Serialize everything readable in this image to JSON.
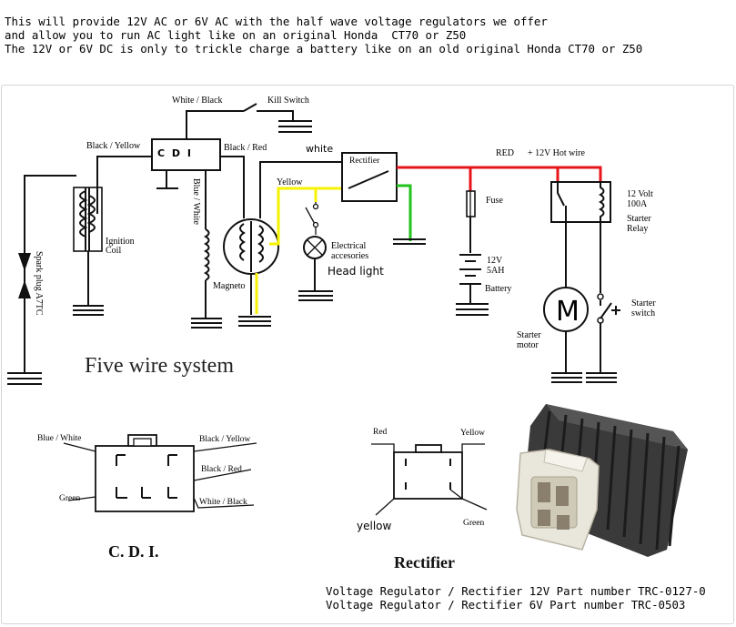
{
  "intro": {
    "line1": "This will provide 12V AC or 6V AC with the half wave voltage regulators we offer",
    "line2": "and allow you to run AC light like on an original Honda  CT70 or Z50",
    "line3": "The 12V or 6V DC is only to trickle charge a battery like on an old original Honda CT70 or Z50"
  },
  "diagram": {
    "title": "Five wire system",
    "labels": {
      "white_black": "White / Black",
      "kill_switch": "Kill Switch",
      "black_yellow": "Black / Yellow",
      "cdi": "C D I",
      "black_red": "Black / Red",
      "white": "white",
      "rectifier": "Rectifier",
      "red": "RED",
      "hot_wire": "+ 12V  Hot wire",
      "yellow": "Yellow",
      "blue_white": "Blue / White",
      "ignition_coil_1": "Ignition",
      "ignition_coil_2": "Coil",
      "magneto": "Magneto",
      "electrical_1": "Electrical",
      "electrical_2": "accesories",
      "head_light": "Head light",
      "fuse": "Fuse",
      "battery_v": "12V",
      "battery_ah": "5AH",
      "battery": "Battery",
      "relay_1": "12 Volt",
      "relay_2": "100A",
      "relay_3": "Starter",
      "relay_4": "Relay",
      "starter_motor_1": "Starter",
      "starter_motor_2": "motor",
      "starter_switch_1": "Starter",
      "starter_switch_2": "switch",
      "spark_plug": "Spark plug  A7TC",
      "motor_letter": "M"
    }
  },
  "cdi_pinout": {
    "title": "C. D. I.",
    "pins": [
      "Blue /  White",
      "Black / Yellow",
      "Black / Red",
      "Green",
      "White / Black"
    ]
  },
  "rectifier_pinout": {
    "title": "Rectifier",
    "pins": [
      "Red",
      "Yellow",
      "yellow",
      "Green"
    ]
  },
  "part_numbers": {
    "line1": "Voltage Regulator / Rectifier 12V Part number TRC-0127-0",
    "line2": "Voltage Regulator / Rectifier 6V Part number TRC-0503"
  },
  "colors": {
    "hot_wire": "#e8141b",
    "yellow_wire": "#f6f200",
    "green_wire": "#22c31b"
  }
}
